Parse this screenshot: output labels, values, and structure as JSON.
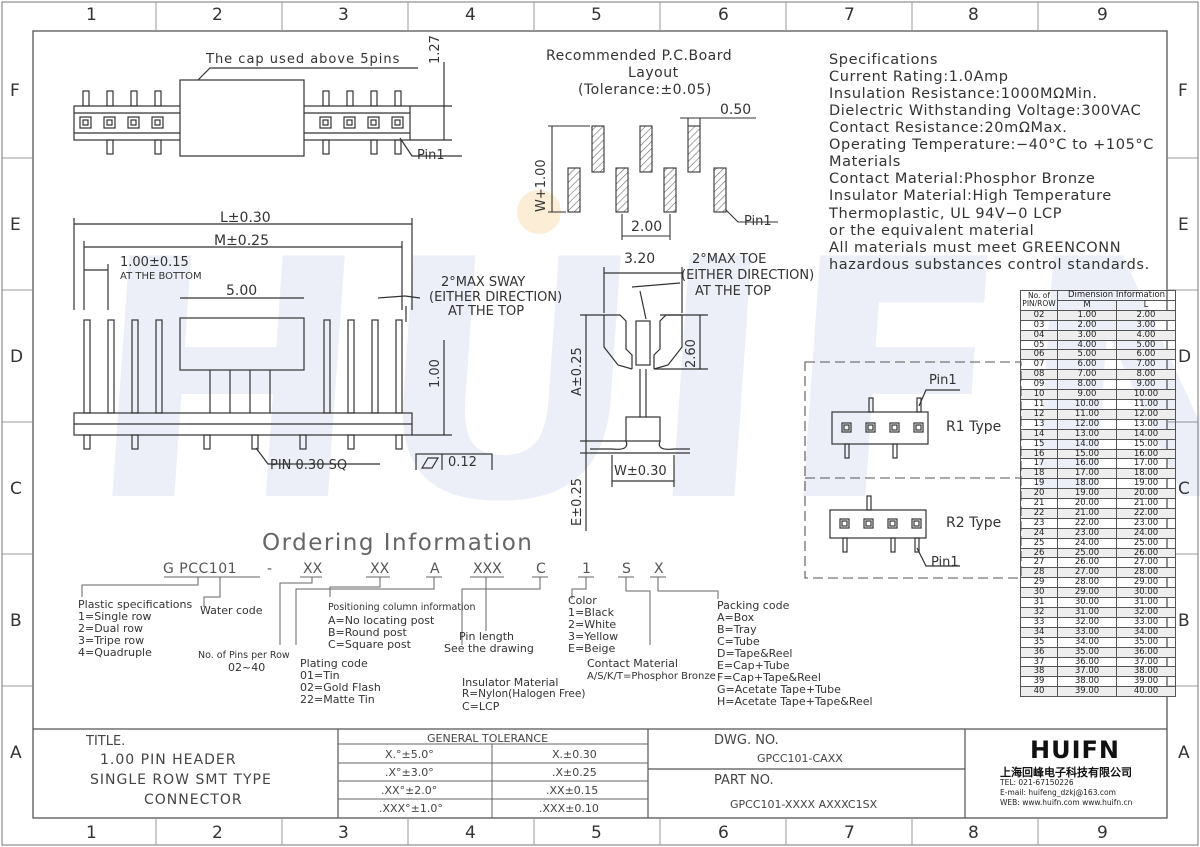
{
  "grid": {
    "columns": [
      "1",
      "2",
      "3",
      "4",
      "5",
      "6",
      "7",
      "8",
      "9"
    ],
    "rows": [
      "F",
      "E",
      "D",
      "C",
      "B",
      "A"
    ]
  },
  "watermark": "HUIFN",
  "top_view": {
    "cap_label": "The cap used above 5pins",
    "height_dim": "1.27",
    "pin1": "Pin1"
  },
  "front_view": {
    "l_dim": "L±0.30",
    "m_dim": "M±0.25",
    "pitch_dim": "1.00±0.15",
    "pitch_note": "AT THE BOTTOM",
    "cap_dim": "5.00",
    "sway_1": "2°MAX SWAY",
    "sway_2": "(EITHER DIRECTION)",
    "sway_3": "AT THE TOP",
    "height_dim": "1.00",
    "pin_label": "PIN 0.30 SQ",
    "flatness": "0.12"
  },
  "pcb": {
    "title_1": "Recommended P.C.Board",
    "title_2": "Layout",
    "title_3": "(Tolerance:±0.05)",
    "pad_w": "0.50",
    "pad_h": "W+1.00",
    "pitch": "2.00",
    "pin1": "Pin1"
  },
  "side_view": {
    "width_dim": "3.20",
    "toe_1": "2°MAX TOE",
    "toe_2": "(EITHER DIRECTION)",
    "toe_3": "AT THE TOP",
    "h_dim": "2.60",
    "a_dim": "A±0.25",
    "e_dim": "E±0.25",
    "w_dim": "W±0.30"
  },
  "specs": [
    "Specifications",
    "Current Rating:1.0Amp",
    "Insulation Resistance:1000MΩMin.",
    "Dielectric Withstanding Voltage:300VAC",
    "Contact Resistance:20mΩMax.",
    "Operating Temperature:−40°C to +105°C",
    "Materials",
    "Contact Material:Phosphor Bronze",
    "Insulator Material:High Temperature",
    "Thermoplastic, UL 94V−0 LCP",
    "or the equivalent material",
    "All materials must meet GREENCONN",
    "hazardous substances control standards."
  ],
  "dim_table": {
    "header_1": "No. of PIN/ROW",
    "header_2": "Dimension Information",
    "col_m": "M",
    "col_l": "L",
    "rows": [
      [
        "02",
        "1.00",
        "2.00"
      ],
      [
        "03",
        "2.00",
        "3.00"
      ],
      [
        "04",
        "3.00",
        "4.00"
      ],
      [
        "05",
        "4.00",
        "5.00"
      ],
      [
        "06",
        "5.00",
        "6.00"
      ],
      [
        "07",
        "6.00",
        "7.00"
      ],
      [
        "08",
        "7.00",
        "8.00"
      ],
      [
        "09",
        "8.00",
        "9.00"
      ],
      [
        "10",
        "9.00",
        "10.00"
      ],
      [
        "11",
        "10.00",
        "11.00"
      ],
      [
        "12",
        "11.00",
        "12.00"
      ],
      [
        "13",
        "12.00",
        "13.00"
      ],
      [
        "14",
        "13.00",
        "14.00"
      ],
      [
        "15",
        "14.00",
        "15.00"
      ],
      [
        "16",
        "15.00",
        "16.00"
      ],
      [
        "17",
        "16.00",
        "17.00"
      ],
      [
        "18",
        "17.00",
        "18.00"
      ],
      [
        "19",
        "18.00",
        "19.00"
      ],
      [
        "20",
        "19.00",
        "20.00"
      ],
      [
        "21",
        "20.00",
        "21.00"
      ],
      [
        "22",
        "21.00",
        "22.00"
      ],
      [
        "23",
        "22.00",
        "23.00"
      ],
      [
        "24",
        "23.00",
        "24.00"
      ],
      [
        "25",
        "24.00",
        "25.00"
      ],
      [
        "26",
        "25.00",
        "26.00"
      ],
      [
        "27",
        "26.00",
        "27.00"
      ],
      [
        "28",
        "27.00",
        "28.00"
      ],
      [
        "29",
        "28.00",
        "29.00"
      ],
      [
        "30",
        "29.00",
        "30.00"
      ],
      [
        "31",
        "30.00",
        "31.00"
      ],
      [
        "32",
        "31.00",
        "32.00"
      ],
      [
        "33",
        "32.00",
        "33.00"
      ],
      [
        "34",
        "33.00",
        "34.00"
      ],
      [
        "35",
        "34.00",
        "35.00"
      ],
      [
        "36",
        "35.00",
        "36.00"
      ],
      [
        "37",
        "36.00",
        "37.00"
      ],
      [
        "38",
        "37.00",
        "38.00"
      ],
      [
        "39",
        "38.00",
        "39.00"
      ],
      [
        "40",
        "39.00",
        "40.00"
      ]
    ]
  },
  "types": {
    "r1": "R1 Type",
    "r2": "R2 Type",
    "pin1_a": "Pin1",
    "pin1_b": "Pin1"
  },
  "ordering": {
    "title": "Ordering Information",
    "code": [
      "G PCC101",
      "-",
      "XX",
      "XX",
      "A",
      "XXX",
      "C",
      "1",
      "S",
      "X"
    ],
    "plastic": [
      "Plastic specifications",
      "1=Single row",
      "2=Dual row",
      "3=Tripe row",
      "4=Quadruple"
    ],
    "water": "Water code",
    "pins": [
      "No. of Pins per Row",
      "02~40"
    ],
    "position": [
      "Positioning column information",
      "A=No locating post",
      "B=Round post",
      "C=Square post"
    ],
    "plating": [
      "Plating code",
      "01=Tin",
      "02=Gold Flash",
      "22=Matte Tin"
    ],
    "pinlen": [
      "Pin length",
      "See the drawing"
    ],
    "color": [
      "Color",
      "1=Black",
      "2=White",
      "3=Yellow",
      "E=Beige"
    ],
    "insulator": [
      "Insulator Material",
      "R=Nylon(Halogen Free)",
      "C=LCP"
    ],
    "contact": [
      "Contact Material",
      "A/S/K/T=Phosphor Bronze"
    ],
    "packing": [
      "Packing code",
      "A=Box",
      "B=Tray",
      "C=Tube",
      "D=Tape&Reel",
      "E=Cap+Tube",
      "F=Cap+Tape&Reel",
      "G=Acetate Tape+Tube",
      "H=Acetate Tape+Tape&Reel"
    ]
  },
  "title_block": {
    "title_label": "TITLE.",
    "title_lines": [
      "1.00 PIN HEADER",
      "SINGLE ROW SMT TYPE",
      "CONNECTOR"
    ],
    "tol_header": "GENERAL TOLERANCE",
    "tol": [
      [
        "X.°±5.0°",
        "X.±0.30"
      ],
      [
        ".X°±3.0°",
        ".X±0.25"
      ],
      [
        ".XX°±2.0°",
        ".XX±0.15"
      ],
      [
        ".XXX°±1.0°",
        ".XXX±0.10"
      ]
    ],
    "dwg_label": "DWG. NO.",
    "dwg_no": "GPCC101-CAXX",
    "part_label": "PART NO.",
    "part_no": "GPCC101-XXXX AXXXC1SX",
    "logo": "HUIFN",
    "company": "上海回峰电子科技有限公司",
    "tel": "TEL: 021-67150226",
    "email": "E-mail: huifeng_dzkj@163.com",
    "web": "WEB: www.huifn.com  www.huifn.cn"
  }
}
